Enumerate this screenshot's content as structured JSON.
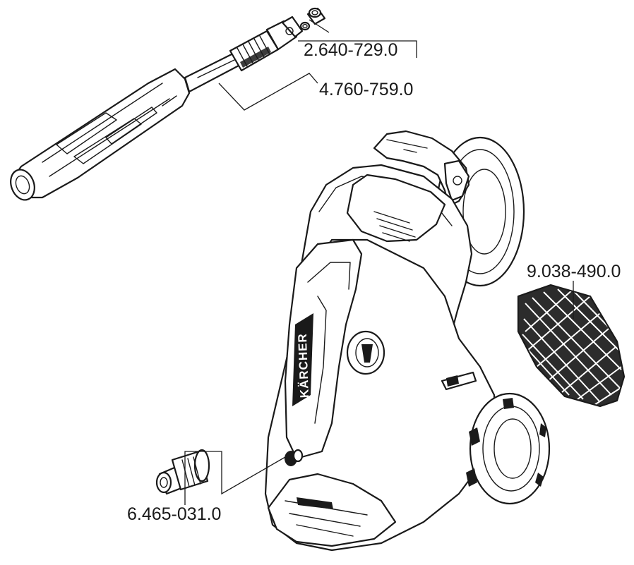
{
  "parts": [
    {
      "id": "nozzle-seal",
      "number": "2.640-729.0"
    },
    {
      "id": "spray-lance",
      "number": "4.760-759.0"
    },
    {
      "id": "filter-mesh",
      "number": "9.038-490.0"
    },
    {
      "id": "hose-coupling",
      "number": "6.465-031.0"
    }
  ],
  "brand_text": "KÄRCHER"
}
